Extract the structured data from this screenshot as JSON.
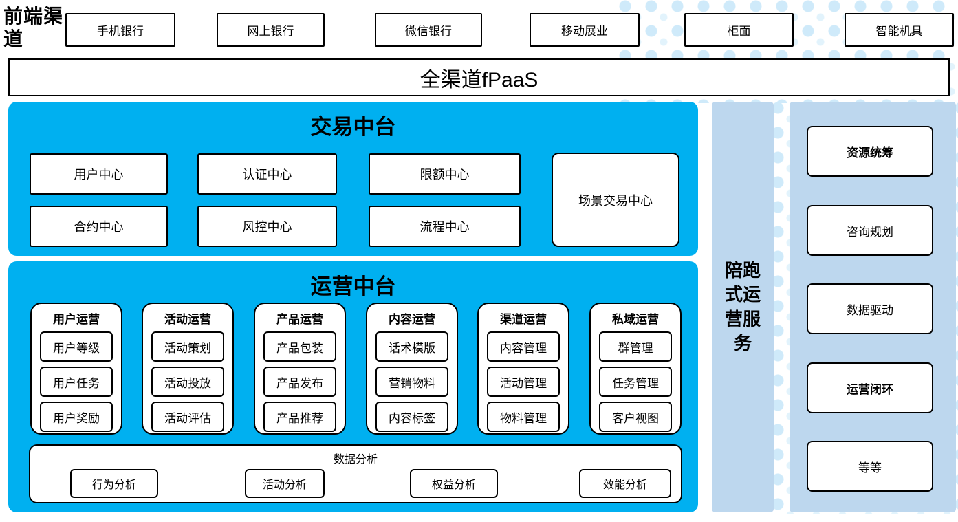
{
  "colors": {
    "bright_blue": "#00B0F0",
    "pale_blue": "#BDD7EE",
    "dot_blue": "#CFEAFA"
  },
  "front_channels": {
    "label": "前端渠道",
    "items": [
      "手机银行",
      "网上银行",
      "微信银行",
      "移动展业",
      "柜面",
      "智能机具"
    ]
  },
  "banner": {
    "title": "全渠道fPaaS"
  },
  "transaction_platform": {
    "title": "交易中台",
    "centers": [
      "用户中心",
      "认证中心",
      "限额中心",
      "合约中心",
      "风控中心",
      "流程中心"
    ],
    "scenario_center": "场景交易中心"
  },
  "operation_platform": {
    "title": "运营中台",
    "columns": [
      {
        "title": "用户运营",
        "items": [
          "用户等级",
          "用户任务",
          "用户奖励"
        ]
      },
      {
        "title": "活动运营",
        "items": [
          "活动策划",
          "活动投放",
          "活动评估"
        ]
      },
      {
        "title": "产品运营",
        "items": [
          "产品包装",
          "产品发布",
          "产品推荐"
        ]
      },
      {
        "title": "内容运营",
        "items": [
          "话术模版",
          "营销物料",
          "内容标签"
        ]
      },
      {
        "title": "渠道运营",
        "items": [
          "内容管理",
          "活动管理",
          "物料管理"
        ]
      },
      {
        "title": "私域运营",
        "items": [
          "群管理",
          "任务管理",
          "客户视图"
        ]
      }
    ],
    "data_analysis": {
      "title": "数据分析",
      "items": [
        "行为分析",
        "活动分析",
        "权益分析",
        "效能分析"
      ]
    }
  },
  "accompany_service": {
    "label": "陪跑式运营服务"
  },
  "side_services": {
    "items": [
      "资源统筹",
      "咨询规划",
      "数据驱动",
      "运营闭环",
      "等等"
    ]
  }
}
